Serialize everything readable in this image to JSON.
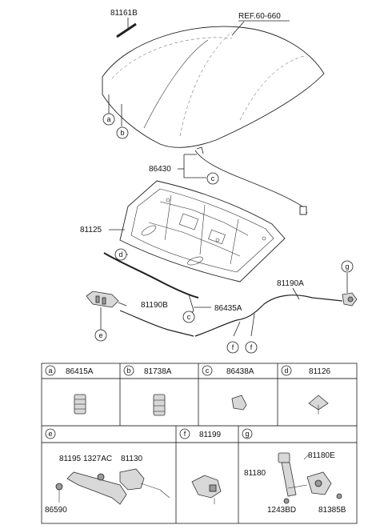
{
  "diagram": {
    "labels": {
      "ref": "REF.60-660",
      "p81161B": "81161B",
      "p86430": "86430",
      "p81125": "81125",
      "p81190A": "81190A",
      "p81190B": "81190B",
      "p86435A": "86435A"
    },
    "callouts": [
      "a",
      "b",
      "c",
      "d",
      "e",
      "f",
      "g"
    ],
    "table": {
      "row1": [
        {
          "letter": "a",
          "part": "86415A"
        },
        {
          "letter": "b",
          "part": "81738A"
        },
        {
          "letter": "c",
          "part": "86438A"
        },
        {
          "letter": "d",
          "part": "81126"
        }
      ],
      "cell_e": {
        "letter": "e",
        "parts": [
          "81195",
          "1327AC",
          "81130",
          "86590"
        ]
      },
      "cell_f": {
        "letter": "f",
        "part": "81199"
      },
      "cell_g": {
        "letter": "g",
        "parts": [
          "81180E",
          "81180",
          "1243BD",
          "81385B"
        ]
      }
    }
  }
}
